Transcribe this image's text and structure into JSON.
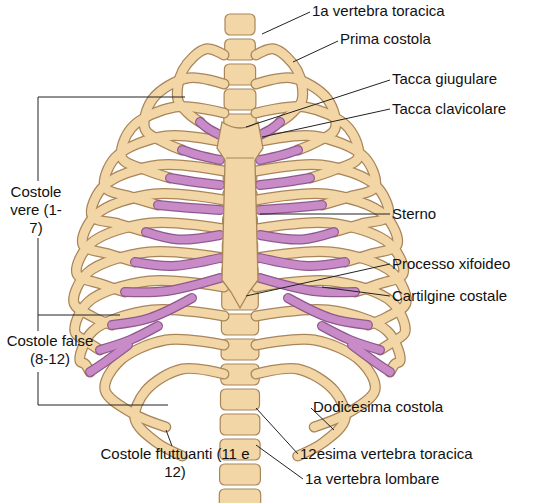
{
  "diagram": {
    "labels": [
      "1a vertebra toracica",
      "Prima costola",
      "Tacca giugulare",
      "Tacca clavicolare",
      "Sterno",
      "Processo xifoideo",
      "Cartilgine costale",
      "Costole vere (1-7)",
      "Costole false (8-12)",
      "Dodicesima costola",
      "Costole fluttuanti (11 e 12)",
      "12esima vertebra toracica",
      "1a vertebra lombare"
    ]
  }
}
